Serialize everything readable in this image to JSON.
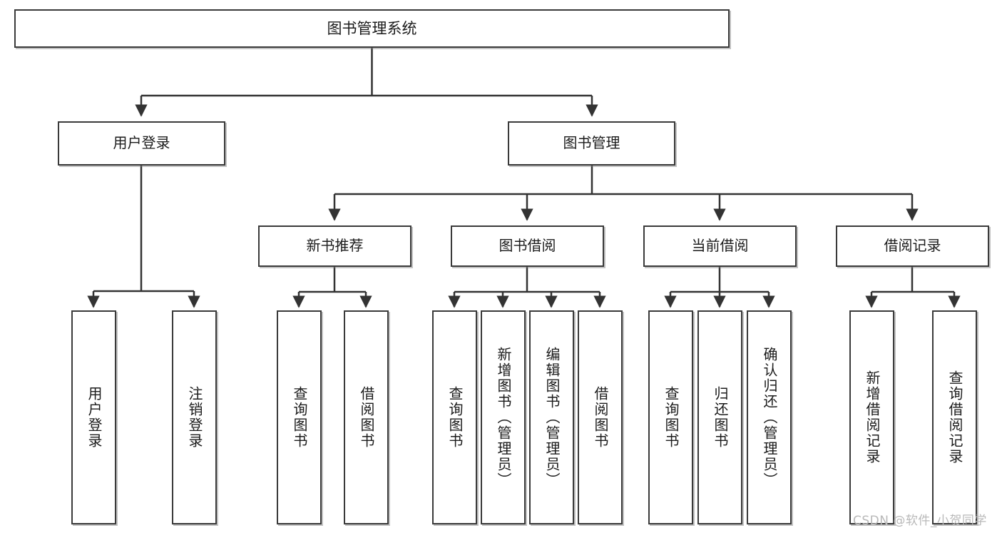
{
  "diagram": {
    "title": "图书管理系统",
    "type": "tree-hierarchy-diagram",
    "nodes": {
      "root": {
        "label": "图书管理系统"
      },
      "level2": [
        {
          "id": "user-login",
          "label": "用户登录"
        },
        {
          "id": "book-management",
          "label": "图书管理"
        }
      ],
      "level3": [
        {
          "id": "new-book-recommend",
          "label": "新书推荐"
        },
        {
          "id": "book-borrow",
          "label": "图书借阅"
        },
        {
          "id": "current-borrow",
          "label": "当前借阅"
        },
        {
          "id": "borrow-record",
          "label": "借阅记录"
        }
      ],
      "leaves": [
        {
          "id": "leaf-user-login",
          "label": "用户登录"
        },
        {
          "id": "leaf-logout-login",
          "label": "注销登录"
        },
        {
          "id": "leaf-query-book-1",
          "label": "查询图书"
        },
        {
          "id": "leaf-borrow-book-1",
          "label": "借阅图书"
        },
        {
          "id": "leaf-query-book-2",
          "label": "查询图书"
        },
        {
          "id": "leaf-add-book-admin",
          "label": "新增图书（管理员）"
        },
        {
          "id": "leaf-edit-book-admin",
          "label": "编辑图书（管理员）"
        },
        {
          "id": "leaf-borrow-book-2",
          "label": "借阅图书"
        },
        {
          "id": "leaf-query-book-3",
          "label": "查询图书"
        },
        {
          "id": "leaf-return-book",
          "label": "归还图书"
        },
        {
          "id": "leaf-confirm-return-admin",
          "label": "确认归还（管理员）"
        },
        {
          "id": "leaf-add-borrow-record",
          "label": "新增借阅记录"
        },
        {
          "id": "leaf-query-borrow-record",
          "label": "查询借阅记录"
        }
      ]
    },
    "colors": {
      "box_border": "#3a3a3a",
      "box_fill": "#ffffff",
      "connector": "#333333",
      "watermark": "#b9b9b9"
    }
  },
  "watermark": {
    "text": "CSDN @软件_小贺同学"
  }
}
